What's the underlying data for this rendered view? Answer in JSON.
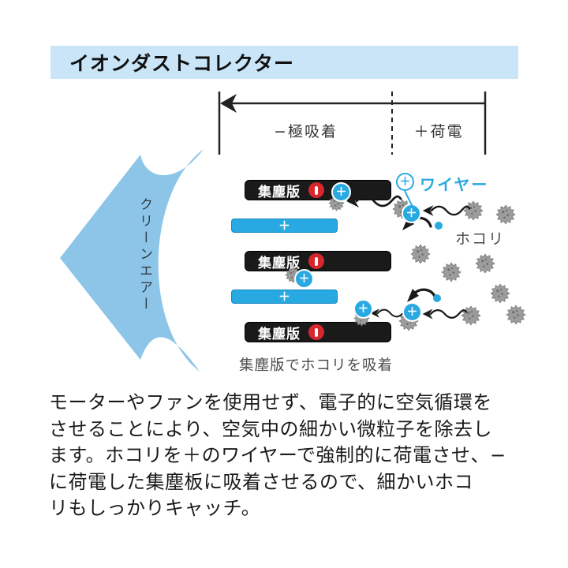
{
  "title": "イオンダストコレクター",
  "flow_bar": {
    "left_label": "−極吸着",
    "right_label": "＋荷電"
  },
  "clean_air": {
    "label": "クリーンエアー"
  },
  "diagram": {
    "plate_label": "集塵版",
    "plate_badge_icon": "minus",
    "positive_bar_symbol": "＋",
    "charge_symbol": "＋",
    "wire_symbol": "＋",
    "wire_label": "ワイヤー",
    "dust_label": "ホコリ",
    "caption": "集塵版でホコリを吸着"
  },
  "description_lines": [
    "モーターやファンを使用せず、電子的に空気循環を",
    "させることにより、空気中の細かい微粒子を除去し",
    "ます。ホコリを＋のワイヤーで強制的に荷電させ、−",
    "に荷電した集塵板に吸着させるので、細かいホコ",
    "リもしっかりキャッチ。"
  ],
  "colors": {
    "title_bg": "#c9e5f7",
    "clean_air_arrow": "#8cc5e8",
    "accent_blue": "#29a9e1",
    "plate_black": "#1a1a1a",
    "badge_red": "#d8262d",
    "dust_gray": "#9c9c9c"
  }
}
